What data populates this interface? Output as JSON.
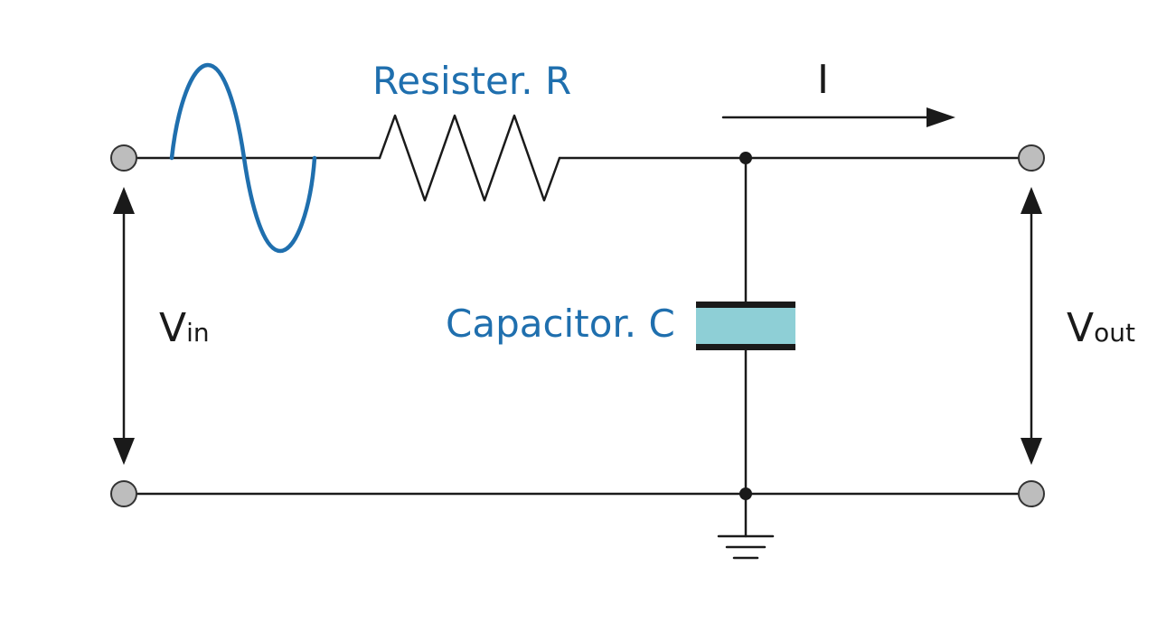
{
  "labels": {
    "resistor": "Resister. R",
    "capacitor": "Capacitor. C",
    "current": "I",
    "vin_main": "V",
    "vin_sub": "in",
    "vout_main": "V",
    "vout_sub": "out"
  },
  "colors": {
    "accent_blue": "#1f6fae",
    "capacitor_fill": "#8ecfd6",
    "wire": "#1a1a1a",
    "terminal_fill": "#bdbdbd"
  }
}
